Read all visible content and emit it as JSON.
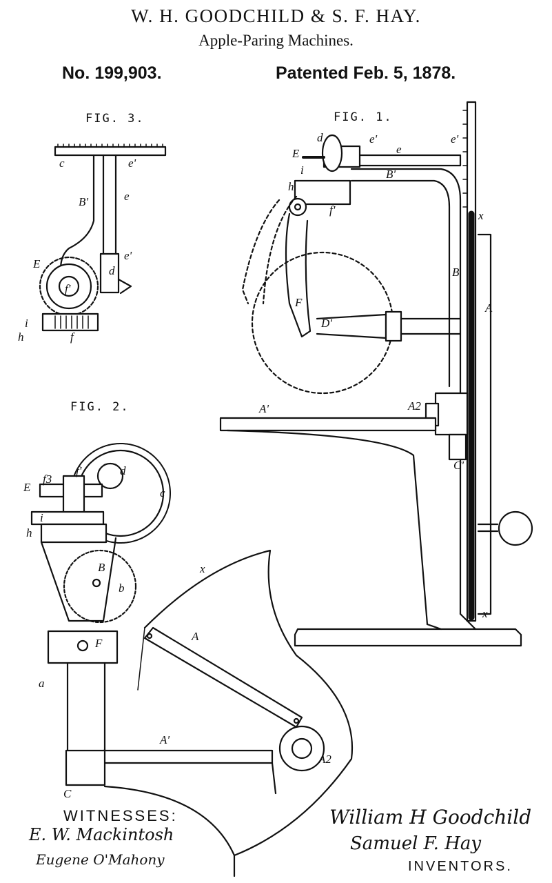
{
  "header": {
    "inventors": "W. H. GOODCHILD & S. F. HAY.",
    "subject": "Apple-Paring Machines.",
    "patent_number": "No. 199,903.",
    "patent_date": "Patented Feb. 5, 1878."
  },
  "figures": {
    "fig1": {
      "title": "FIG. 1.",
      "labels": [
        "d",
        "e'",
        "e'",
        "e",
        "E",
        "B'",
        "i",
        "h",
        "f'",
        "x",
        "B",
        "A",
        "F",
        "D'",
        "A2",
        "A'",
        "C'",
        "x"
      ]
    },
    "fig2": {
      "title": "FIG. 2.",
      "labels": [
        "E",
        "f3",
        "f'",
        "d",
        "c",
        "i",
        "h",
        "B",
        "b",
        "x",
        "A",
        "F",
        "a",
        "A'",
        "A2",
        "C"
      ]
    },
    "fig3": {
      "title": "FIG. 3.",
      "labels": [
        "c",
        "e'",
        "B'",
        "e",
        "e'",
        "E",
        "d",
        "f'",
        "i",
        "h",
        "f"
      ]
    }
  },
  "witnesses": {
    "heading": "WITNESSES:",
    "names": [
      "E. W. Mackintosh",
      "Eugene O'Mahony"
    ]
  },
  "inventor_signatures": {
    "names": [
      "William H Goodchild",
      "Samuel F. Hay"
    ],
    "heading": "INVENTORS."
  }
}
